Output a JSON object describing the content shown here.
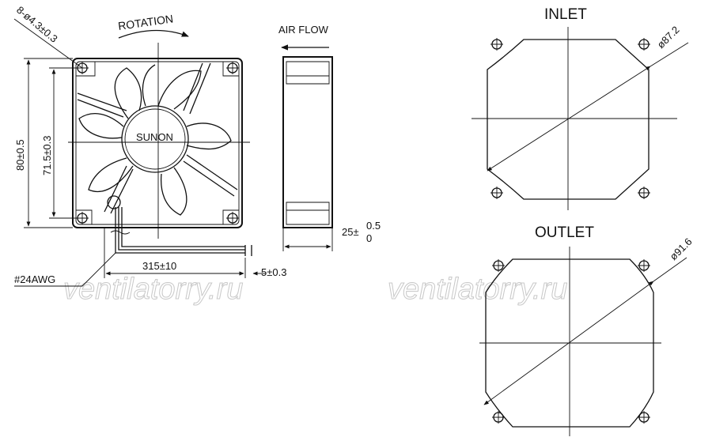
{
  "front_view": {
    "hole_spec": "8-ø4.3±0.3",
    "rotation_label": "ROTATION",
    "brand": "SUNON",
    "height_dim": "80±0.5",
    "hole_pitch_dim": "71.5±0.3",
    "lead_length_dim": "315±10",
    "strip_length_dim": "5±0.3",
    "wire_gauge": "#24AWG"
  },
  "side_view": {
    "airflow_label": "AIR FLOW",
    "thickness_base": "25±",
    "thickness_upper": "0.5",
    "thickness_lower": "0"
  },
  "inlet": {
    "title": "INLET",
    "diameter": "ø87.2"
  },
  "outlet": {
    "title": "OUTLET",
    "diameter": "ø91.6"
  },
  "watermarks": [
    "ventilatorry.ru",
    "ventilatorry.ru"
  ]
}
